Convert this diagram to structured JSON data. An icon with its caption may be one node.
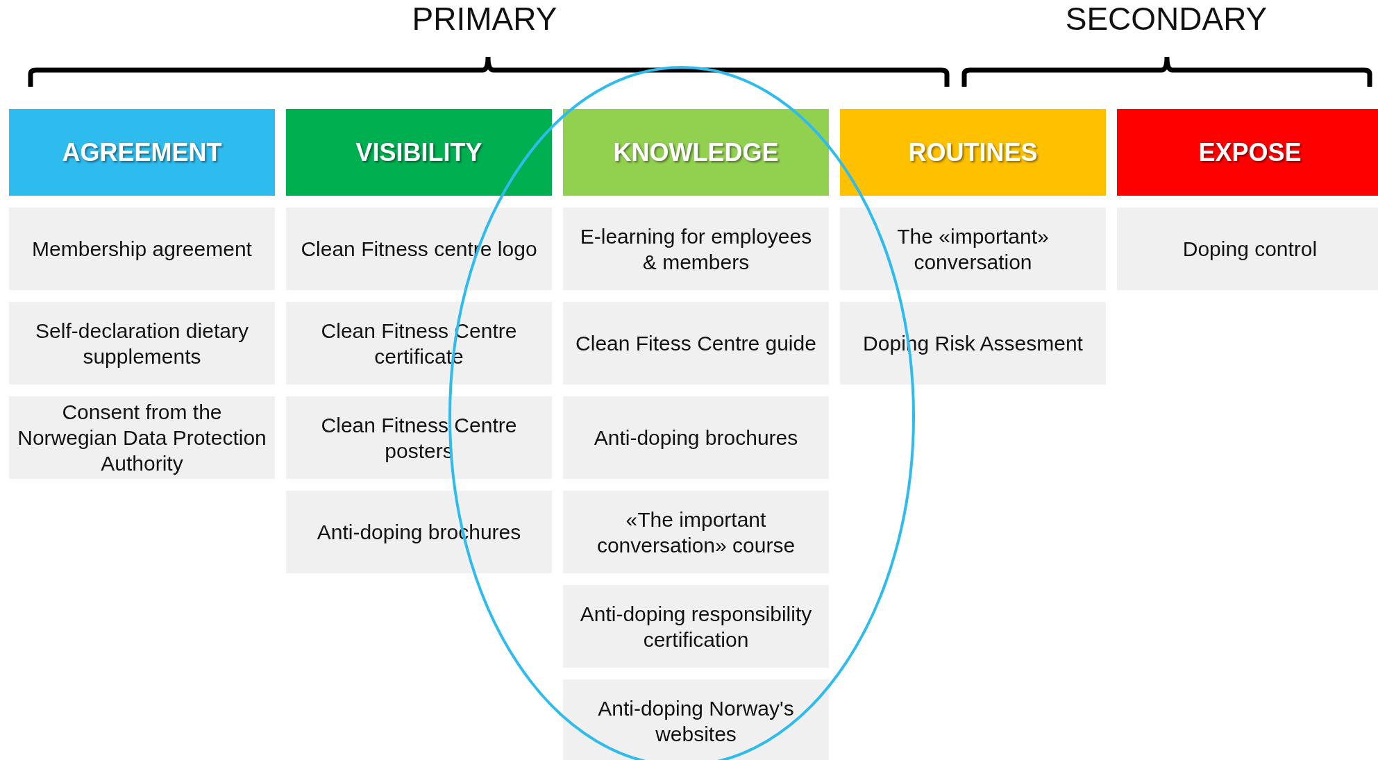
{
  "diagram": {
    "nodes": [
      {
        "text": [
          "AGREEMENT"
        ]
      },
      {
        "text": [
          "VISIBILITY"
        ]
      },
      {
        "text": [
          "KNOWLEDGE"
        ]
      },
      {
        "text": [
          "ROUTINES"
        ]
      },
      {
        "text": [
          "EXPOSE"
        ]
      },
      {
        "text": [
          "Membership agreement"
        ]
      },
      {
        "text": [
          "Clean Fitness centre logo"
        ]
      },
      {
        "text": [
          "E-learning for employees & members"
        ]
      },
      {
        "text": [
          "The «important» conversation"
        ]
      },
      {
        "text": [
          "Doping control"
        ]
      },
      {
        "text": [
          "Self-declaration dietary supplements"
        ]
      },
      {
        "text": [
          "Clean Fitness Centre certificate"
        ]
      },
      {
        "text": [
          "Clean Fitess Centre guide"
        ]
      },
      {
        "text": [
          "Doping Risk Assesment"
        ]
      },
      {
        "text": [
          "Consent from the Norwegian Data Protection Authority"
        ]
      },
      {
        "text": [
          "Clean Fitness Centre posters"
        ]
      },
      {
        "text": [
          "Anti-doping brochures"
        ]
      },
      {
        "text": [
          "Anti-doping brochures"
        ]
      },
      {
        "text": [
          "«The important conversation» course"
        ]
      },
      {
        "text": [
          "Anti-doping responsibility certification"
        ]
      },
      {
        "text": [
          "Anti-doping Norway's websites"
        ]
      }
    ],
    "edges": [],
    "labels": [
      "PRIMARY",
      "SECONDARY"
    ]
  }
}
